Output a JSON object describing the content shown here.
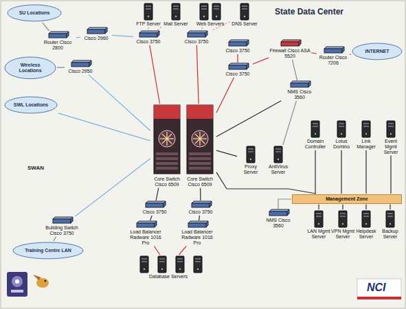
{
  "diagram": {
    "title": "State Data Center",
    "nodes": [
      {
        "text": [
          "FTP Server"
        ]
      },
      {
        "text": [
          "Mail Server"
        ]
      },
      {
        "text": [
          "Web Servers"
        ]
      },
      {
        "text": [
          "DNS Server"
        ]
      },
      {
        "text": [
          "SU Locations"
        ]
      },
      {
        "text": [
          "Router Cisco 2800"
        ]
      },
      {
        "text": [
          "Cisco 2960"
        ]
      },
      {
        "text": [
          "Wireless Locations"
        ]
      },
      {
        "text": [
          "Cisco 2950"
        ]
      },
      {
        "text": [
          "Cisco 3750"
        ]
      },
      {
        "text": [
          "Cisco 3750"
        ]
      },
      {
        "text": [
          "Cisco 3750"
        ]
      },
      {
        "text": [
          "Cisco 3750"
        ]
      },
      {
        "text": [
          "Firewall Cisco ASA 5520"
        ]
      },
      {
        "text": [
          "Router Cisco 7206"
        ]
      },
      {
        "text": [
          "INTERNET"
        ]
      },
      {
        "text": [
          "SWL Locations"
        ]
      },
      {
        "text": [
          "NMS Cisco 3560"
        ]
      },
      {
        "text": [
          "Core Switch Cisco 6509"
        ]
      },
      {
        "text": [
          "Core Switch Cisco 6509"
        ]
      },
      {
        "text": [
          "Proxy Server"
        ]
      },
      {
        "text": [
          "AntiVirus Server"
        ]
      },
      {
        "text": [
          "Domain Controller"
        ]
      },
      {
        "text": [
          "Lotus Domino"
        ]
      },
      {
        "text": [
          "Link Manager"
        ]
      },
      {
        "text": [
          "Event Mgmt Server"
        ]
      },
      {
        "text": [
          "Management Zone"
        ]
      },
      {
        "text": [
          "NMS Cisco 3560"
        ]
      },
      {
        "text": [
          "LAN Mgmt Server"
        ]
      },
      {
        "text": [
          "VPN Mgmt Server"
        ]
      },
      {
        "text": [
          "Helpdesk Server"
        ]
      },
      {
        "text": [
          "Backup Server"
        ]
      },
      {
        "text": [
          "Cisco 3750"
        ]
      },
      {
        "text": [
          "Cisco 3750"
        ]
      },
      {
        "text": [
          "Load Balancer Radware 1016 Pro"
        ]
      },
      {
        "text": [
          "Load Balancer Radware 1016 Pro"
        ]
      },
      {
        "text": [
          "Database Servers"
        ]
      },
      {
        "text": [
          "Building Switch Cisco 3750"
        ]
      },
      {
        "text": [
          "Training Centre LAN"
        ]
      }
    ],
    "edges": [
      {
        "from": 5,
        "to": 4,
        "arrow": "none"
      },
      {
        "from": 5,
        "to": 6,
        "arrow": "none"
      },
      {
        "from": 8,
        "to": 7,
        "arrow": "none"
      },
      {
        "from": 6,
        "to": 9,
        "arrow": "none"
      },
      {
        "from": 8,
        "to": 18,
        "arrow": "none"
      },
      {
        "from": 0,
        "to": 9,
        "arrow": "none"
      },
      {
        "from": 1,
        "to": 9,
        "arrow": "none"
      },
      {
        "from": 2,
        "to": 10,
        "arrow": "none"
      },
      {
        "from": 3,
        "to": 10,
        "arrow": "none"
      },
      {
        "from": 9,
        "to": 18,
        "arrow": "none"
      },
      {
        "from": 10,
        "to": 19,
        "arrow": "none"
      },
      {
        "from": 11,
        "to": 12,
        "arrow": "none"
      },
      {
        "from": 12,
        "to": 19,
        "arrow": "none"
      },
      {
        "from": 12,
        "to": 13,
        "arrow": "none"
      },
      {
        "from": 13,
        "to": 14,
        "arrow": "none"
      },
      {
        "from": 14,
        "to": 15,
        "arrow": "none"
      },
      {
        "from": 13,
        "to": 17,
        "arrow": "none"
      },
      {
        "from": 17,
        "to": 19,
        "arrow": "none"
      },
      {
        "from": 16,
        "to": 18,
        "arrow": "none"
      },
      {
        "from": 19,
        "to": 20,
        "arrow": "none"
      },
      {
        "from": 17,
        "to": 21,
        "arrow": "none"
      },
      {
        "from": 19,
        "to": 26,
        "arrow": "none"
      },
      {
        "from": 26,
        "to": 22,
        "arrow": "none"
      },
      {
        "from": 26,
        "to": 23,
        "arrow": "none"
      },
      {
        "from": 26,
        "to": 24,
        "arrow": "none"
      },
      {
        "from": 26,
        "to": 25,
        "arrow": "none"
      },
      {
        "from": 26,
        "to": 28,
        "arrow": "none"
      },
      {
        "from": 26,
        "to": 29,
        "arrow": "none"
      },
      {
        "from": 26,
        "to": 30,
        "arrow": "none"
      },
      {
        "from": 26,
        "to": 31,
        "arrow": "none"
      },
      {
        "from": 26,
        "to": 27,
        "arrow": "none"
      },
      {
        "from": 18,
        "to": 32,
        "arrow": "none"
      },
      {
        "from": 19,
        "to": 33,
        "arrow": "none"
      },
      {
        "from": 32,
        "to": 34,
        "arrow": "none"
      },
      {
        "from": 33,
        "to": 35,
        "arrow": "none"
      },
      {
        "from": 34,
        "to": 36,
        "arrow": "none"
      },
      {
        "from": 35,
        "to": 36,
        "arrow": "none"
      },
      {
        "from": 37,
        "to": 38,
        "arrow": "none"
      },
      {
        "from": 37,
        "to": 18,
        "arrow": "none"
      }
    ],
    "labels": [
      "SWAN",
      "NCI"
    ]
  }
}
